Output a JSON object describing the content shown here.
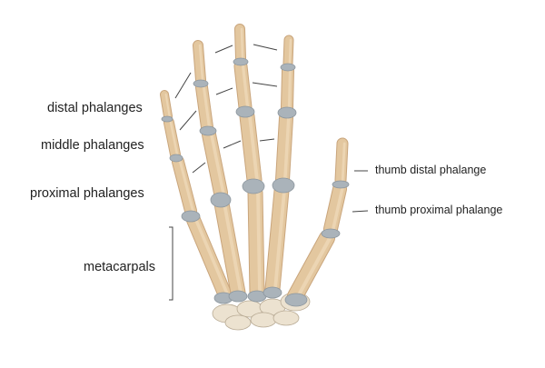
{
  "labels": {
    "distal": "distal phalanges",
    "middle": "middle phalanges",
    "proximal": "proximal phalanges",
    "metacarpals": "metacarpals",
    "thumb_distal": "thumb distal phalange",
    "thumb_proximal": "thumb proximal phalange"
  },
  "colors": {
    "bone": "#e3c79f",
    "bone_shadow": "#c9a57c",
    "cartilage": "#aab3ba",
    "leader_line": "#444444"
  }
}
